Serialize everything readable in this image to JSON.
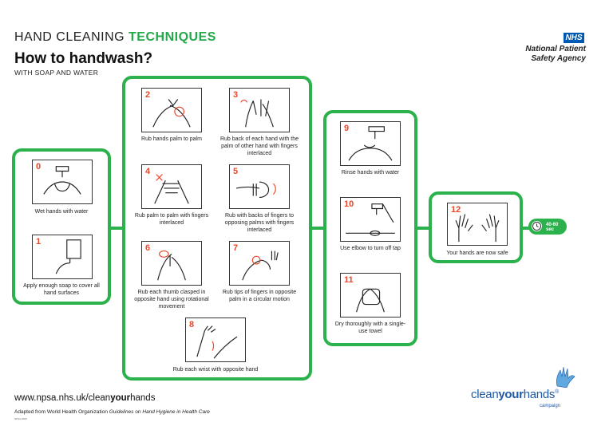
{
  "header": {
    "title_part1": "HAND CLEANING ",
    "title_part2": "TECHNIQUES",
    "subtitle": "How to handwash?",
    "subhead": "WITH SOAP AND WATER"
  },
  "logo": {
    "nhs": "NHS",
    "agency_line1": "National Patient",
    "agency_line2": "Safety Agency"
  },
  "colors": {
    "accent": "#2bb24c",
    "step_number": "#e8482b",
    "nhs_blue": "#0059b3",
    "brand_blue": "#1e5aa8"
  },
  "steps": [
    {
      "number": "0",
      "caption": "Wet hands with water"
    },
    {
      "number": "1",
      "caption": "Apply enough soap to cover all hand surfaces"
    },
    {
      "number": "2",
      "caption": "Rub hands palm to palm"
    },
    {
      "number": "3",
      "caption": "Rub back of each hand with the palm of other hand with fingers interlaced"
    },
    {
      "number": "4",
      "caption": "Rub palm to palm with fingers interlaced"
    },
    {
      "number": "5",
      "caption": "Rub with backs of fingers to opposing palms with fingers interlaced"
    },
    {
      "number": "6",
      "caption": "Rub each thumb clasped in opposite hand using rotational movement"
    },
    {
      "number": "7",
      "caption": "Rub tips of fingers in opposite palm in a circular motion"
    },
    {
      "number": "8",
      "caption": "Rub each wrist with opposite hand"
    },
    {
      "number": "9",
      "caption": "Rinse hands with water"
    },
    {
      "number": "10",
      "caption": "Use elbow to turn off tap"
    },
    {
      "number": "11",
      "caption": "Dry thoroughly with a single-use towel"
    },
    {
      "number": "12",
      "caption": "Your hands are now safe"
    }
  ],
  "timer": {
    "label": "40-60 sec",
    "icon": "clock-icon"
  },
  "footer": {
    "url_part1": "www.npsa.nhs.uk/clean",
    "url_part2": "your",
    "url_part3": "hands",
    "adapted_part1": "Adapted from World Health Organization ",
    "adapted_part2": "Guidelines",
    "adapted_part3": " on ",
    "adapted_part4": "Hand Hygiene in Health Care",
    "tiny": "NPSA 2008"
  },
  "campaign_logo": {
    "part1": "clean",
    "part2": "your",
    "part3": "hands",
    "reg": "®",
    "campaign": "campaign"
  }
}
